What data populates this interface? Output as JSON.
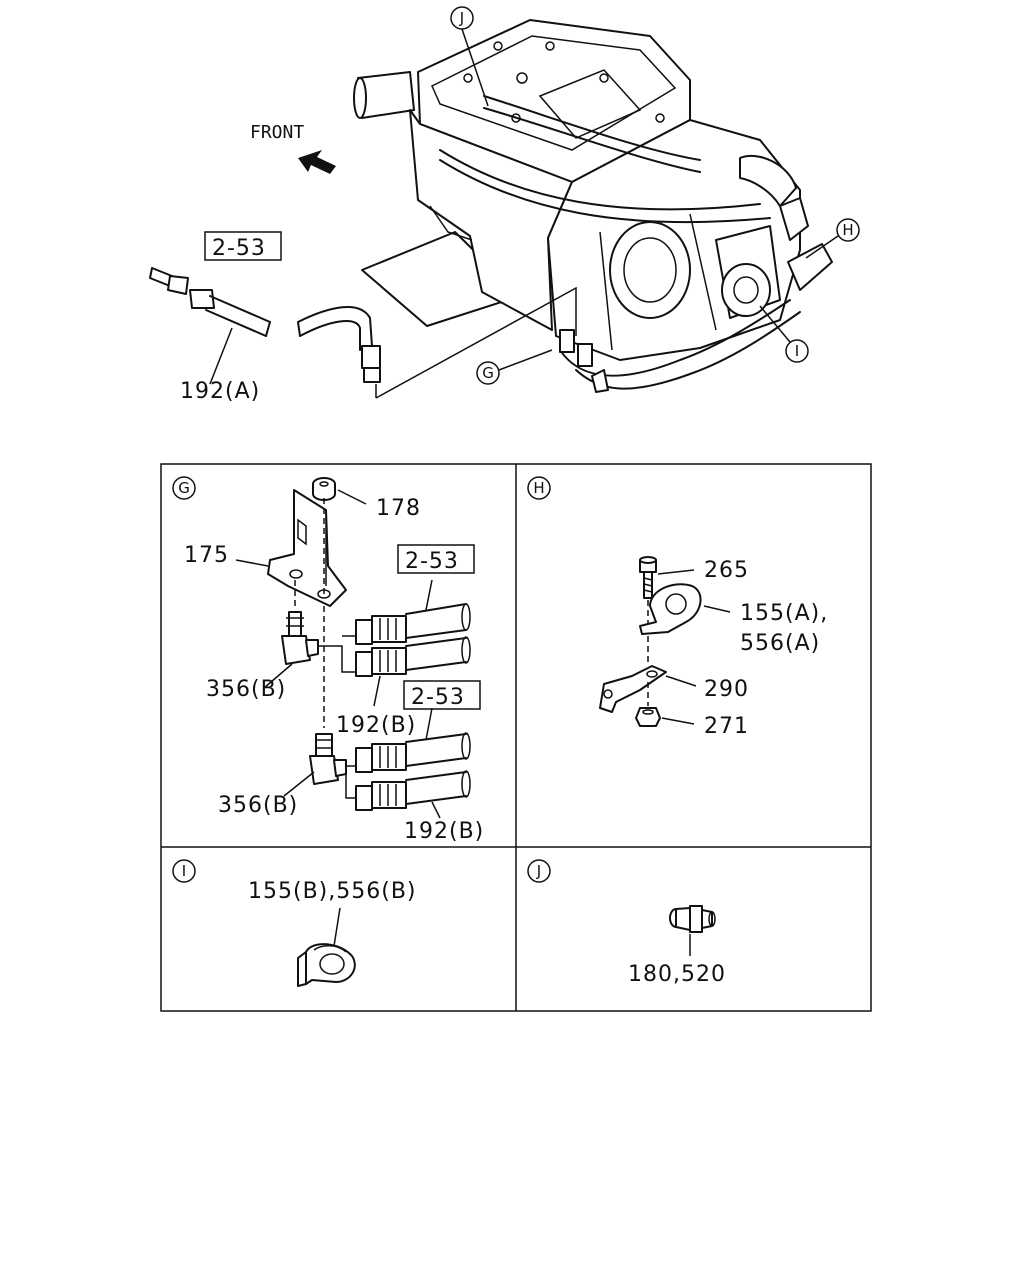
{
  "overview": {
    "front_label": "FRONT",
    "ref_box": "2-53",
    "part_192a": "192(A)",
    "callouts": {
      "g": "G",
      "h": "H",
      "i": "I",
      "j": "J"
    }
  },
  "panel_g": {
    "letter": "G",
    "part_178": "178",
    "part_175": "175",
    "ref_box_1": "2-53",
    "ref_box_2": "2-53",
    "part_356b_1": "356(B)",
    "part_356b_2": "356(B)",
    "part_192b_1": "192(B)",
    "part_192b_2": "192(B)"
  },
  "panel_h": {
    "letter": "H",
    "part_265": "265",
    "part_155a_line1": "155(A),",
    "part_155a_line2": "556(A)",
    "part_290": "290",
    "part_271": "271"
  },
  "panel_i": {
    "letter": "I",
    "part_155b": "155(B),556(B)"
  },
  "panel_j": {
    "letter": "J",
    "part_180": "180,520"
  }
}
